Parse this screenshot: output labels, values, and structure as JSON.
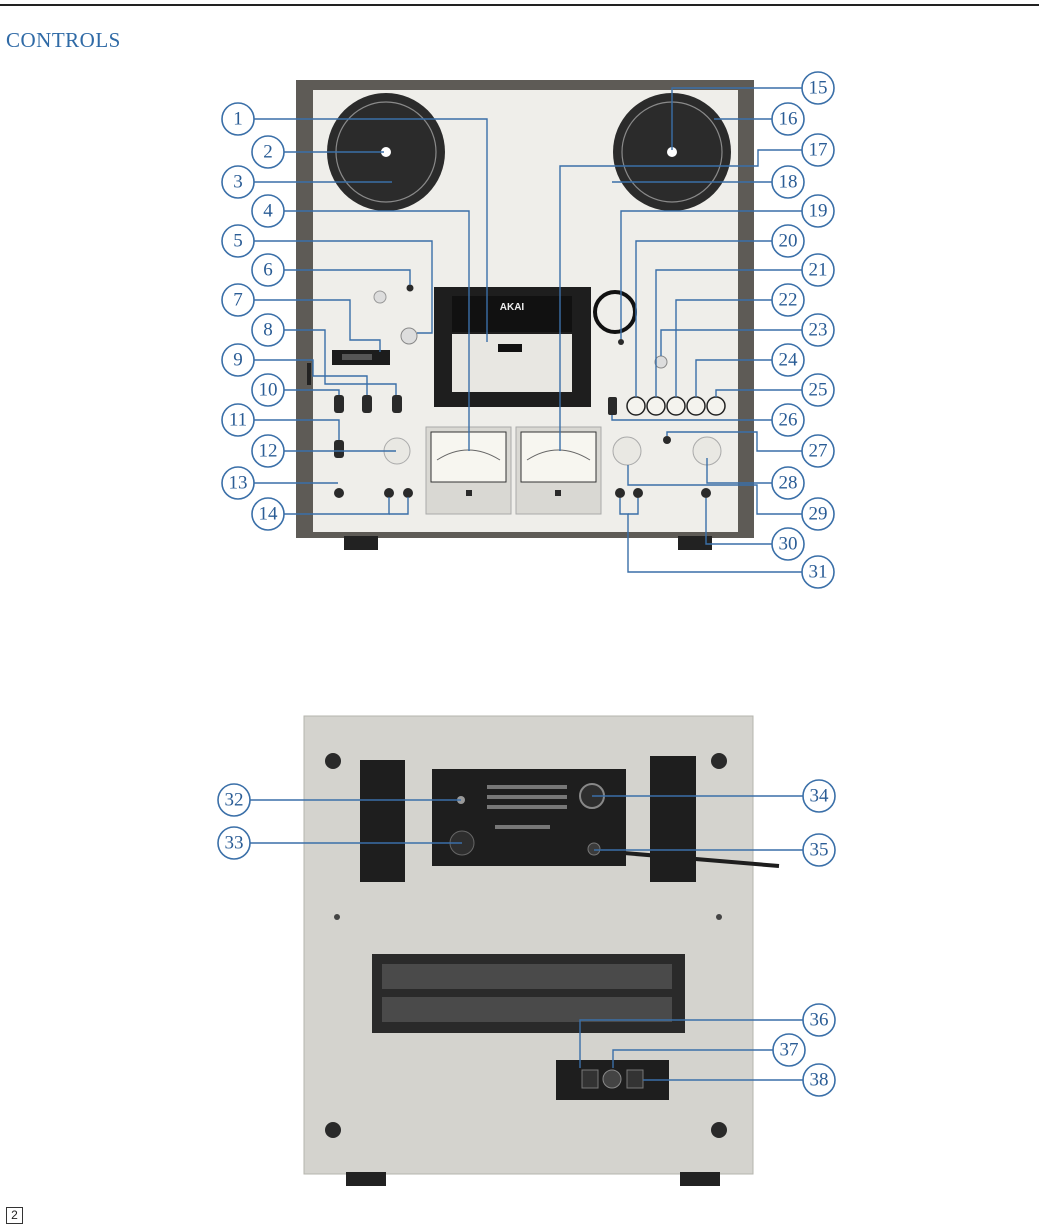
{
  "page": {
    "heading": "CONTROLS",
    "page_number": "2"
  },
  "front_panel": {
    "brand": "AKAI",
    "callouts": [
      "1",
      "2",
      "3",
      "4",
      "5",
      "6",
      "7",
      "8",
      "9",
      "10",
      "11",
      "12",
      "13",
      "14",
      "15",
      "16",
      "17",
      "18",
      "19",
      "20",
      "21",
      "22",
      "23",
      "24",
      "25",
      "26",
      "27",
      "28",
      "29",
      "30",
      "31"
    ]
  },
  "rear_panel": {
    "callouts": [
      "32",
      "33",
      "34",
      "35",
      "36",
      "37",
      "38"
    ]
  },
  "colors": {
    "callout": "#3a6fa8",
    "heading": "#2f6aa6",
    "front_frame": "#5e5b56",
    "front_face": "#efeeea",
    "rear_body": "#d4d3ce"
  }
}
